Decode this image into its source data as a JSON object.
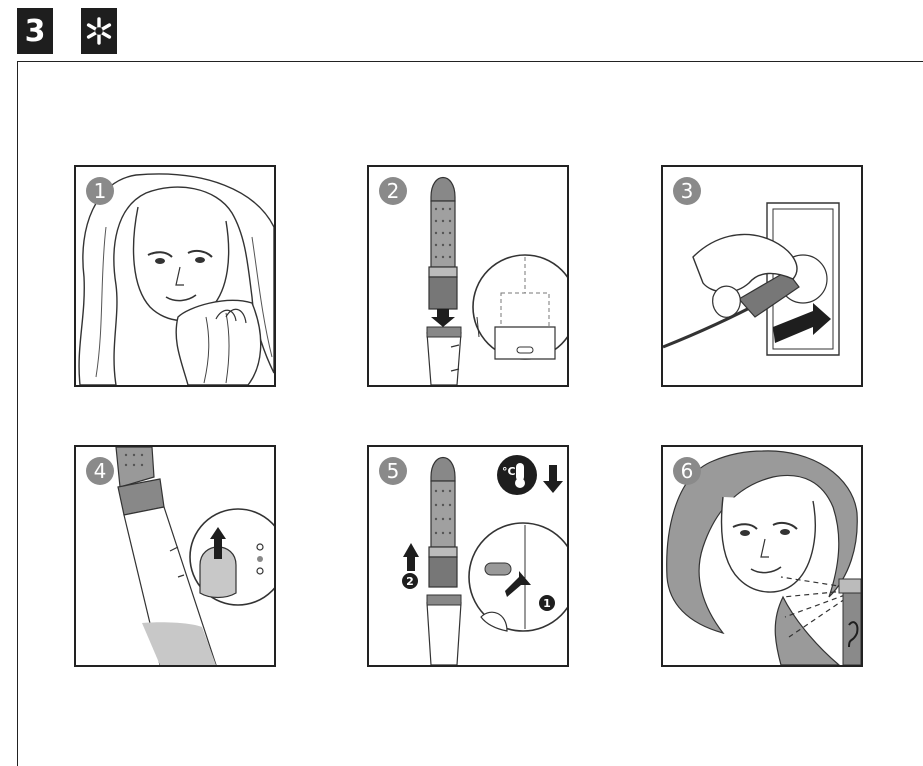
{
  "header": {
    "step_number": "3",
    "icon": "snowflake-icon"
  },
  "panels": [
    {
      "number": "1",
      "icon": "face-towel-illustration"
    },
    {
      "number": "2",
      "icon": "brush-attach-illustration"
    },
    {
      "number": "3",
      "icon": "plug-in-illustration"
    },
    {
      "number": "4",
      "icon": "switch-on-illustration"
    },
    {
      "number": "5",
      "icon": "cool-detach-illustration"
    },
    {
      "number": "6",
      "icon": "hairspray-illustration"
    }
  ],
  "panel5": {
    "callout_1": "1",
    "callout_2": "2",
    "temp_symbol": "°C"
  },
  "colors": {
    "tab": "#1e1e1e",
    "badge": "#8a8a8a",
    "line": "#222222",
    "band": "#c8c8c8"
  }
}
